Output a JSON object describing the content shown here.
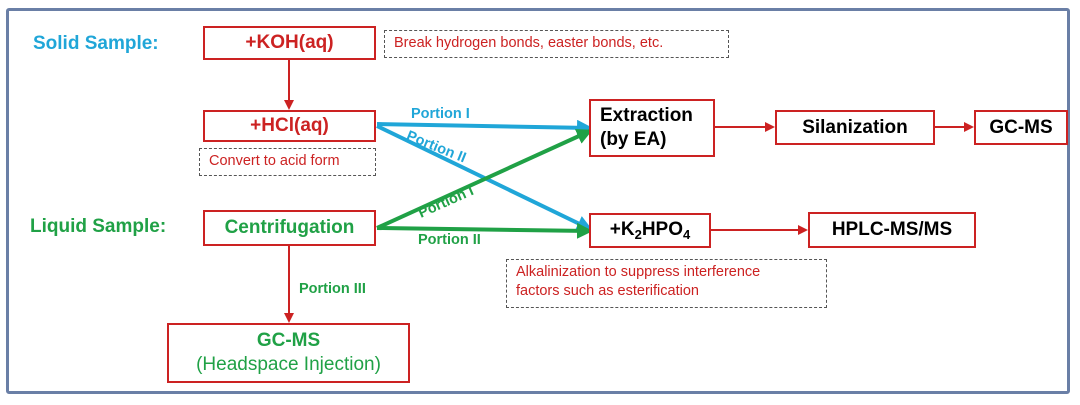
{
  "labels": {
    "solid_sample": "Solid Sample:",
    "liquid_sample": "Liquid Sample:"
  },
  "boxes": {
    "koh": "+KOH(aq)",
    "hcl": "+HCl(aq)",
    "centrifugation": "Centrifugation",
    "extraction_line1": "Extraction",
    "extraction_line2": "(by EA)",
    "silanization": "Silanization",
    "gcms_top": "GC-MS",
    "k2hpo4_prefix": "+K",
    "k2hpo4_sub1": "2",
    "k2hpo4_mid": "HPO",
    "k2hpo4_sub2": "4",
    "hplc": "HPLC-MS/MS",
    "gcms_bottom_title": "GC-MS",
    "gcms_bottom_sub": "(Headspace Injection)"
  },
  "notes": {
    "break_bonds": "Break hydrogen bonds, easter bonds, etc.",
    "convert_acid": "Convert to acid form",
    "alkalinization_line1": "Alkalinization to suppress interference",
    "alkalinization_line2": "factors such as esterification"
  },
  "flow_labels": {
    "portion_1_blue": "Portion I",
    "portion_2_blue": "Portion II",
    "portion_1_green": "Portion I",
    "portion_2_green": "Portion II",
    "portion_3": "Portion III"
  },
  "colors": {
    "red": "#cc2222",
    "blue": "#20a6d8",
    "green": "#20a146",
    "frame": "#6a7fa6"
  }
}
